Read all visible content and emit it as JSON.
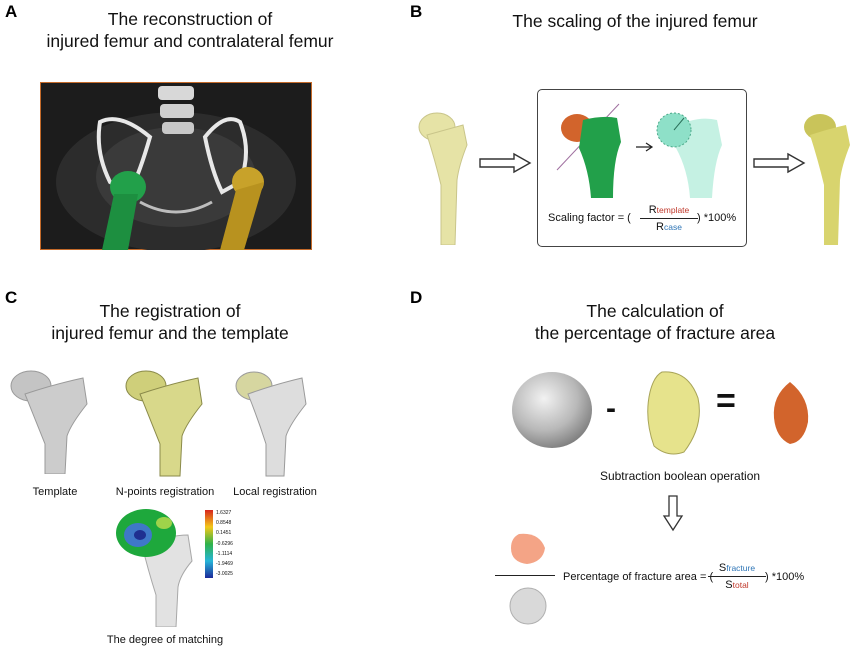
{
  "panels": {
    "a": {
      "letter": "A",
      "title_line1": "The reconstruction of",
      "title_line2": "injured femur and contralateral femur"
    },
    "b": {
      "letter": "B",
      "title": "The scaling of the injured femur",
      "formula": {
        "label": "Scaling factor = (",
        "numerator_prefix": "R",
        "numerator_sub": "template",
        "denominator_prefix": "R",
        "denominator_sub": "case",
        "suffix": ") *100%"
      }
    },
    "c": {
      "letter": "C",
      "title_line1": "The registration of",
      "title_line2": "injured femur and the template",
      "captions": {
        "template": "Template",
        "npoints": "N-points registration",
        "local": "Local registration",
        "matching": "The degree of matching"
      },
      "colorbar_ticks": [
        "1.6327",
        "0.8548",
        "0.1451",
        "-0.6296",
        "-1.1114",
        "-1.9469",
        "-3.0025"
      ]
    },
    "d": {
      "letter": "D",
      "title_line1": "The calculation of",
      "title_line2": "the percentage of fracture area",
      "minus": "-",
      "equals": "=",
      "operation": "Subtraction boolean operation",
      "formula": {
        "label": "Percentage of fracture area = (",
        "numerator_prefix": "S",
        "numerator_sub": "fracture",
        "denominator_prefix": "S",
        "denominator_sub": "total",
        "suffix": ") *100%"
      }
    }
  },
  "colors": {
    "bone_yellow": "#e6e3a6",
    "femur_green": "#22a04a",
    "femur_gold": "#c8a22a",
    "head_orange": "#d2642c",
    "template_gray": "#c4c4c4",
    "teal": "#8ee0c8",
    "red_sub": "#c0392b",
    "blue_sub": "#2e75b6"
  }
}
